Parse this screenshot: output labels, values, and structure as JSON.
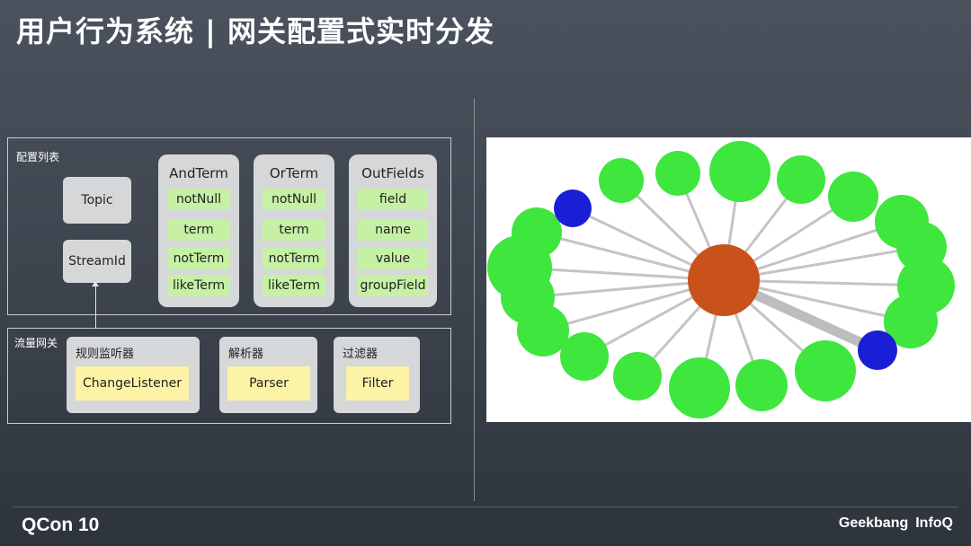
{
  "slide": {
    "title": "用户行为系统 | 网关配置式实时分发"
  },
  "config_panel": {
    "label": "配置列表",
    "topic": "Topic",
    "stream_id": "StreamId",
    "columns": [
      {
        "header": "AndTerm",
        "items": [
          "notNull",
          "term",
          "notTerm",
          "likeTerm"
        ]
      },
      {
        "header": "OrTerm",
        "items": [
          "notNull",
          "term",
          "notTerm",
          "likeTerm"
        ]
      },
      {
        "header": "OutFields",
        "items": [
          "field",
          "name",
          "value",
          "groupField"
        ]
      }
    ]
  },
  "gateway_panel": {
    "label": "流量网关",
    "components": [
      {
        "label": "规则监听器",
        "inner": "ChangeListener"
      },
      {
        "label": "解析器",
        "inner": "Parser"
      },
      {
        "label": "过滤器",
        "inner": "Filter"
      }
    ]
  },
  "graph": {
    "center_color": "#c8521a",
    "node_color": "#3ee63e",
    "highlight_color": "#1a1fd6"
  },
  "footer": {
    "left_brand": "QCon 10",
    "right_brand_1": "Geekbang",
    "right_brand_2": "InfoQ"
  }
}
